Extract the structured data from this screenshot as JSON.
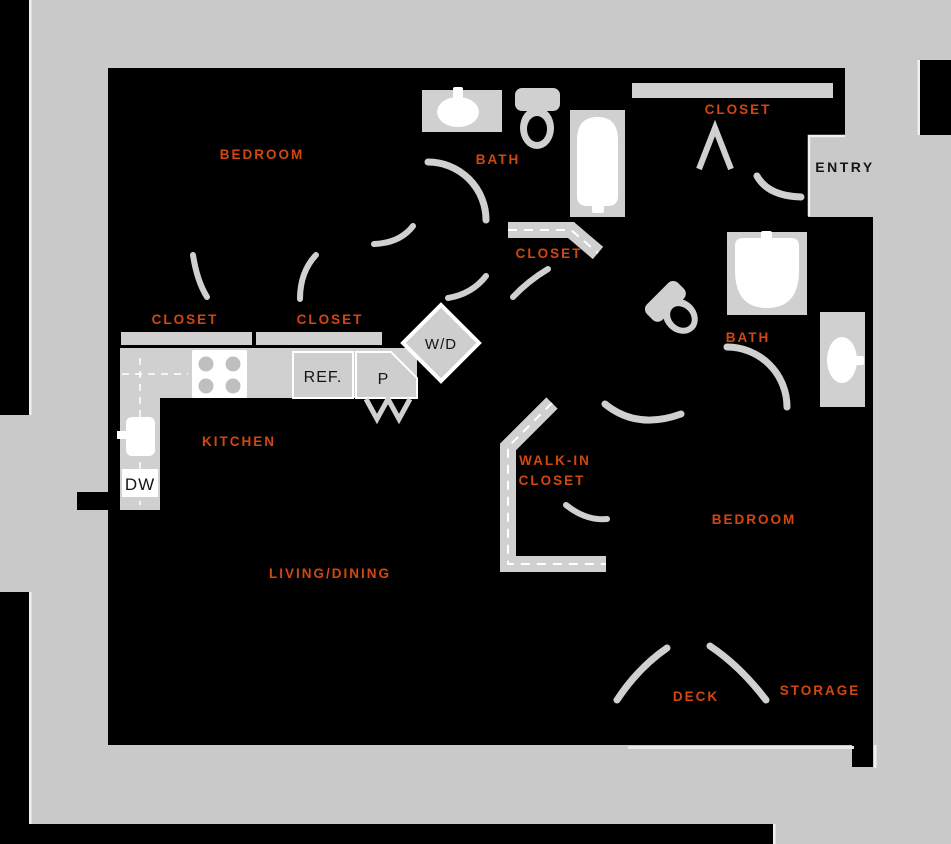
{
  "colors": {
    "background": "#c9c9c9",
    "walls": "#000000",
    "fixtures": "#d0d0d0",
    "fixture_white": "#ffffff",
    "room_label_accent": "#d2460f",
    "dark_label": "#151515"
  },
  "rooms": {
    "bedroom_1": {
      "label": "BEDROOM"
    },
    "bath_1": {
      "label": "BATH"
    },
    "entry_closet": {
      "label": "CLOSET"
    },
    "entry": {
      "label": "ENTRY"
    },
    "hall_closet": {
      "label": "CLOSET"
    },
    "bedroom_closet_left": {
      "label": "CLOSET"
    },
    "bedroom_closet_right": {
      "label": "CLOSET"
    },
    "kitchen": {
      "label": "KITCHEN"
    },
    "living_dining": {
      "label": "LIVING/DINING"
    },
    "bath_2": {
      "label": "BATH"
    },
    "walk_in_closet": {
      "label_line1": "WALK-IN",
      "label_line2": "CLOSET"
    },
    "bedroom_2": {
      "label": "BEDROOM"
    },
    "deck": {
      "label": "DECK"
    },
    "storage": {
      "label": "STORAGE"
    }
  },
  "appliances": {
    "washer_dryer": {
      "label": "W/D"
    },
    "refrigerator": {
      "label": "REF."
    },
    "pantry": {
      "label": "P"
    },
    "dishwasher": {
      "label": "DW"
    }
  }
}
